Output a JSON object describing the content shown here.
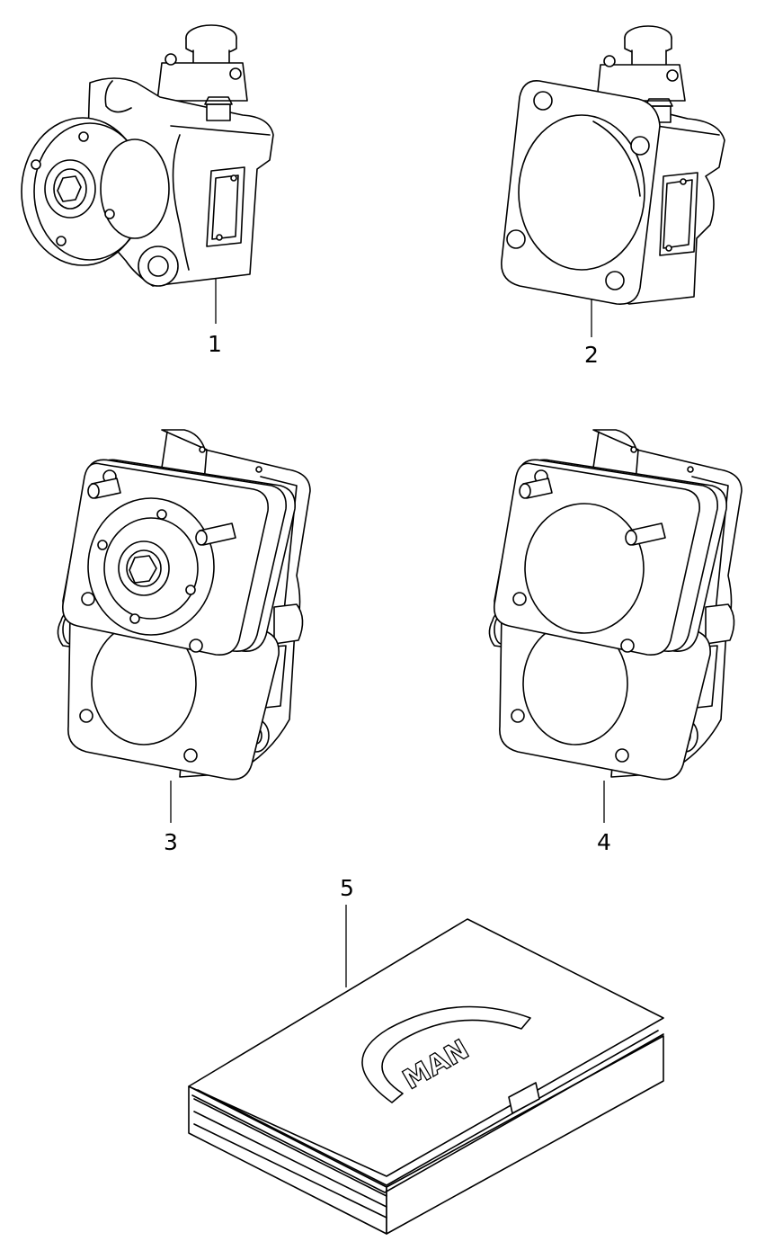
{
  "parts": [
    {
      "callout": "1",
      "kind": "pump-with-flange-hub"
    },
    {
      "callout": "2",
      "kind": "pump-with-square-flange"
    },
    {
      "callout": "3",
      "kind": "tandem-pump-with-hub"
    },
    {
      "callout": "4",
      "kind": "tandem-pump-without-hub"
    },
    {
      "callout": "5",
      "kind": "repair-manual-binder"
    }
  ],
  "binder": {
    "logo_text": "MAN"
  }
}
